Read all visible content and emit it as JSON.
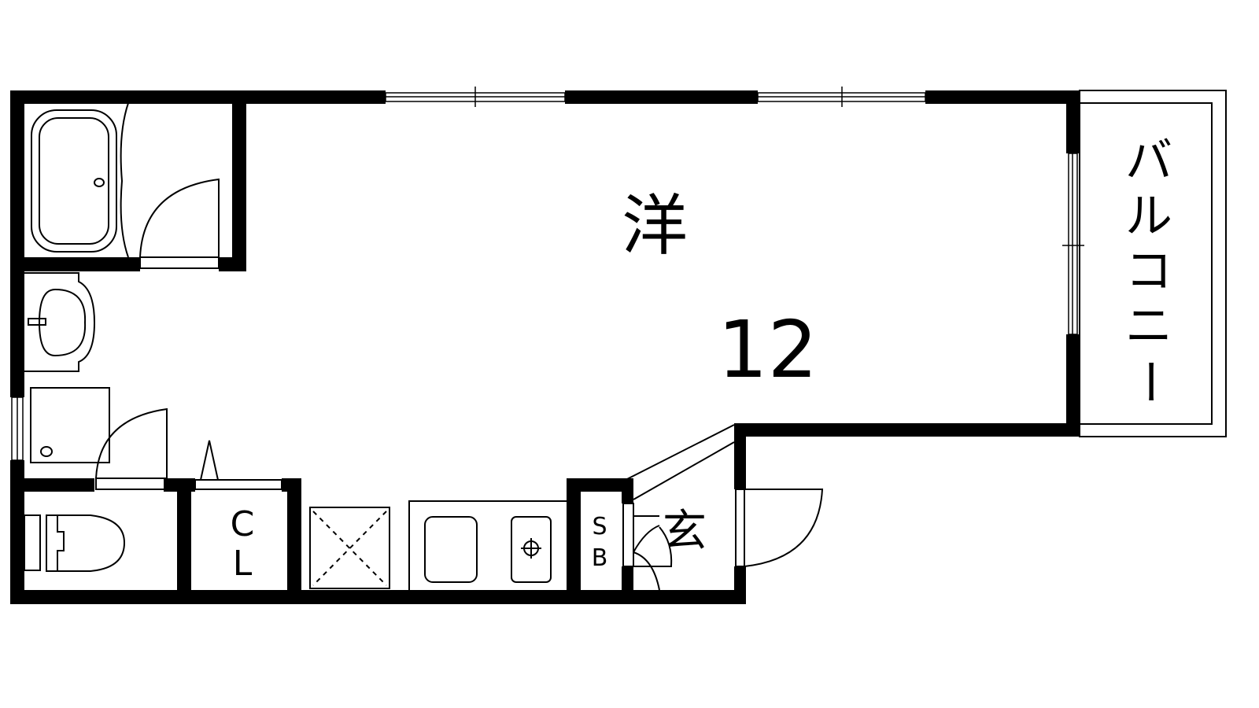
{
  "floor_plan": {
    "rooms": {
      "western_room": {
        "label": "洋",
        "size": "12"
      },
      "balcony": {
        "label_chars": [
          "バ",
          "ル",
          "コ",
          "ニ",
          "ー"
        ]
      },
      "closet": {
        "label_chars": [
          "C",
          "L"
        ]
      },
      "shoe_box": {
        "label_chars": [
          "S",
          "B"
        ]
      },
      "entrance": {
        "label": "玄"
      }
    },
    "colors": {
      "wall": "#000000",
      "background": "#ffffff"
    }
  }
}
